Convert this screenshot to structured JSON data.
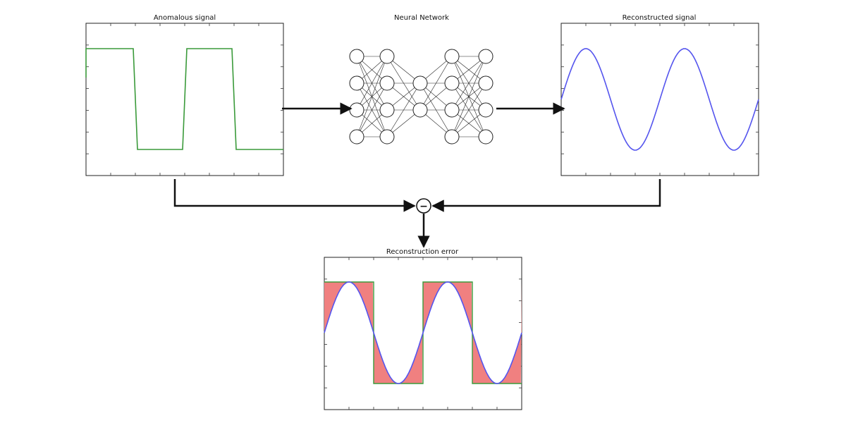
{
  "panels": {
    "anomalous": {
      "title": "Anomalous signal"
    },
    "network": {
      "title": "Neural Network"
    },
    "reconstructed": {
      "title": "Reconstructed signal"
    },
    "error": {
      "title": "Reconstruction error"
    }
  },
  "operator": {
    "symbol": "−"
  },
  "network_layers": [
    4,
    4,
    2,
    4,
    4
  ],
  "chart_data": [
    {
      "type": "line",
      "name": "anomalous-signal",
      "series": [
        {
          "shape": "square",
          "high": 1,
          "low": -1,
          "periods": 2
        }
      ],
      "color": "#3a9a3a",
      "grid": false
    },
    {
      "type": "line",
      "name": "reconstructed-signal",
      "series": [
        {
          "shape": "sine",
          "amplitude": 1,
          "periods": 2
        }
      ],
      "color": "#5555ee",
      "grid": false
    },
    {
      "type": "area",
      "name": "reconstruction-error",
      "series": [
        {
          "shape": "square",
          "high": 1,
          "low": -1,
          "periods": 2
        },
        {
          "shape": "sine",
          "amplitude": 1,
          "periods": 2
        }
      ],
      "fill_color": "#f08080",
      "colors": [
        "#3a9a3a",
        "#5555ee"
      ],
      "grid": false
    }
  ]
}
